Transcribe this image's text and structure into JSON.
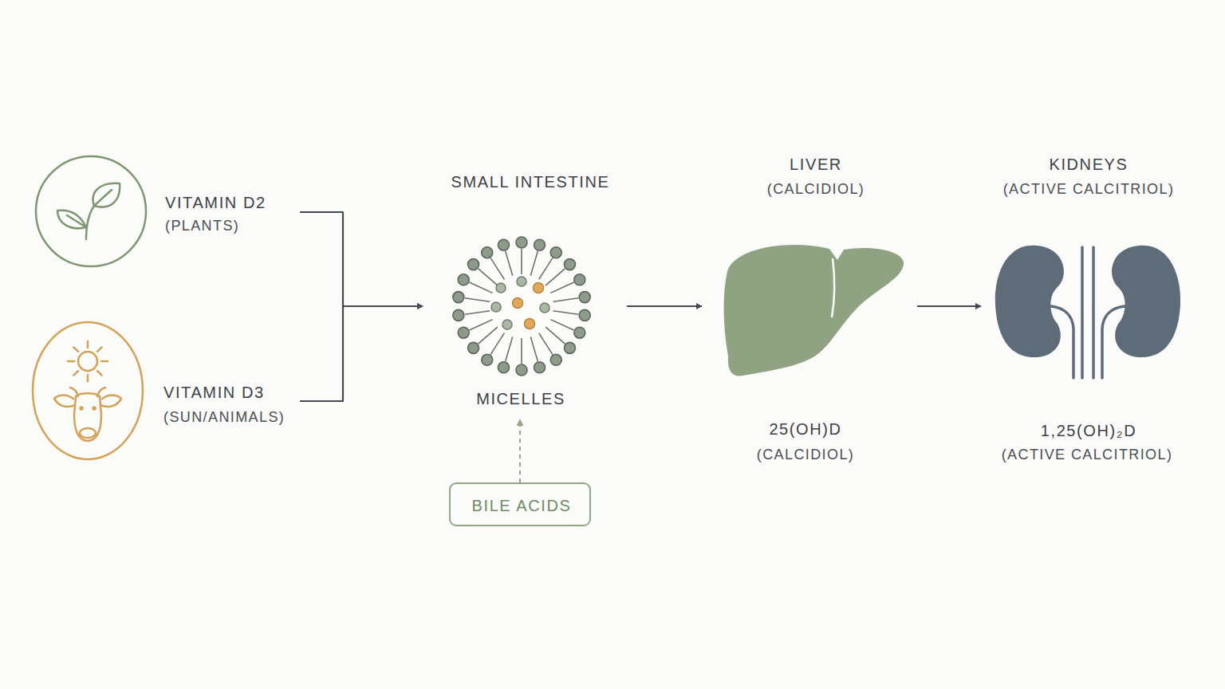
{
  "diagram": {
    "nodes": [
      {
        "text": [
          "VITAMIN D2",
          "(PLANTS)"
        ]
      },
      {
        "text": [
          "VITAMIN D3",
          "(SUN/ANIMALS)"
        ]
      },
      {
        "text": [
          "SMALL INTESTINE",
          "MICELLES"
        ]
      },
      {
        "text": [
          "BILE ACIDS"
        ]
      },
      {
        "text": [
          "LIVER",
          "(CALCIDIOL)",
          "25(OH)D",
          "(CALCIDIOL)"
        ]
      },
      {
        "text": [
          "KIDNEYS",
          "(ACTIVE CALCITRIOL)",
          "1,25(OH)₂D",
          "(ACTIVE CALCITRIOL)"
        ]
      }
    ],
    "edges": [
      {
        "from": 0,
        "to": 2,
        "arrow": "to"
      },
      {
        "from": 1,
        "to": 2,
        "arrow": "to"
      },
      {
        "from": 3,
        "to": 2,
        "arrow": "to"
      },
      {
        "from": 2,
        "to": 4,
        "arrow": "to"
      },
      {
        "from": 4,
        "to": 5,
        "arrow": "to"
      }
    ]
  }
}
